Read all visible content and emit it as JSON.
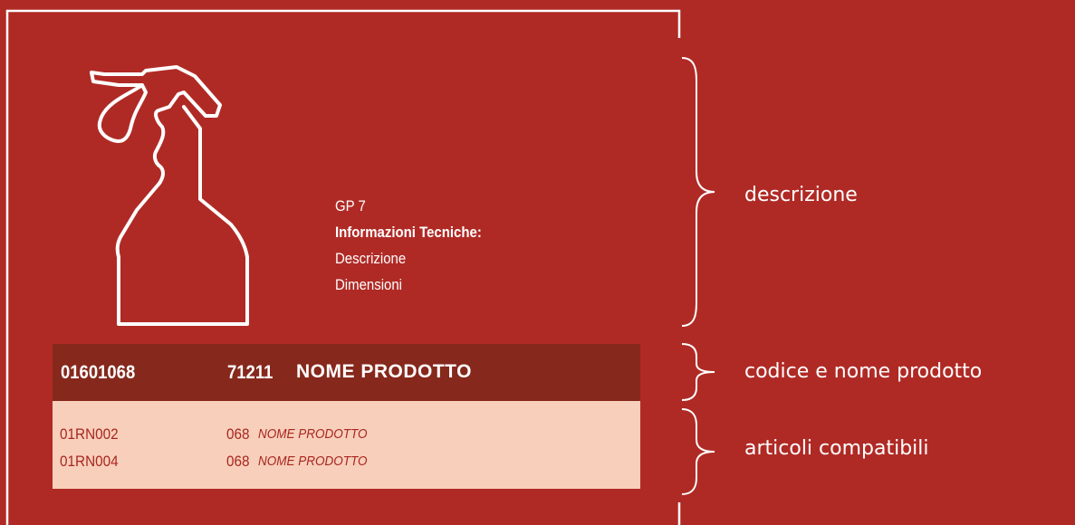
{
  "product": {
    "model": "GP 7",
    "heading": "Informazioni Tecniche:",
    "lines": [
      "Descrizione",
      "Dimensioni"
    ],
    "icon": "spray-bottle-icon"
  },
  "code_row": {
    "code": "01601068",
    "number": "71211",
    "name": "NOME PRODOTTO"
  },
  "compatible": [
    {
      "code": "01RN002",
      "number": "068",
      "name": "NOME PRODOTTO"
    },
    {
      "code": "01RN004",
      "number": "068",
      "name": "NOME PRODOTTO"
    }
  ],
  "labels": {
    "description": "descrizione",
    "code_name": "codice e nome prodotto",
    "compatible": "articoli compatibili"
  },
  "colors": {
    "background": "#b02a25",
    "code_row": "#86281c",
    "compatible_bg": "#f8cfbb",
    "compatible_text": "#a8271f"
  }
}
